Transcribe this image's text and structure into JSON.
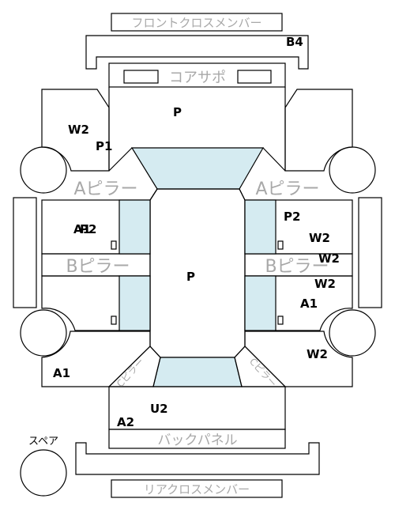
{
  "colors": {
    "stroke": "#000000",
    "glass": "#d5ebf1",
    "gray_text": "#a8a8a8",
    "background": "#ffffff"
  },
  "labels": {
    "front_cross_member": "フロントクロスメンバー",
    "core_support": "コアサポ",
    "a_pillar_left": "Aピラー",
    "a_pillar_right": "Aピラー",
    "b_pillar_left": "Bピラー",
    "b_pillar_right": "Bピラー",
    "c_pillar_left": "Cピラー",
    "c_pillar_right": "Cピラー",
    "back_panel": "バックパネル",
    "rear_cross_member": "リアクロスメンバー",
    "spare": "スペア"
  },
  "marks": {
    "b4": "B4",
    "p_hood": "P",
    "w2_front_left_fender": "W2",
    "p1_front_left_fender": "P1",
    "a1_p2_front_left_door_a": "A1",
    "a1_p2_front_left_door_b": "P2",
    "p_roof": "P",
    "p2_front_right_door": "P2",
    "w2_front_right_door": "W2",
    "w2_right_b_pillar": "W2",
    "w2_rear_right_door": "W2",
    "a1_rear_right_door": "A1",
    "w2_rear_right_fender": "W2",
    "a1_rear_left_fender": "A1",
    "u2_trunk": "U2",
    "a2_trunk": "A2"
  }
}
